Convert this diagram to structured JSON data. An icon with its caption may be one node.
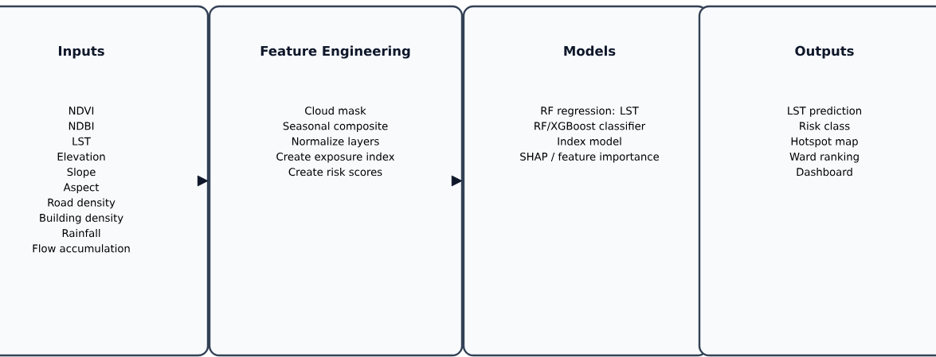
{
  "diagram": {
    "nodes": [
      {
        "text": [
          "Inputs",
          "NDVI",
          "NDBI",
          "LST",
          "Elevation",
          "Slope",
          "Aspect",
          "Road density",
          "Building density",
          "Rainfall",
          "Flow accumulation"
        ]
      },
      {
        "text": [
          "Feature Engineering",
          "Cloud mask",
          "Seasonal composite",
          "Normalize layers",
          "Create exposure index",
          "Create risk scores"
        ]
      },
      {
        "text": [
          "Models",
          "RF regression: LST",
          "RF/XGBoost classifier",
          "Index model",
          "SHAP / feature importance"
        ]
      },
      {
        "text": [
          "Outputs",
          "LST prediction",
          "Risk class",
          "Hotspot map",
          "Ward ranking",
          "Dashboard"
        ]
      }
    ],
    "edges": [
      {
        "from": 0,
        "to": 1,
        "arrow": "to"
      },
      {
        "from": 1,
        "to": 2,
        "arrow": "to"
      }
    ]
  }
}
